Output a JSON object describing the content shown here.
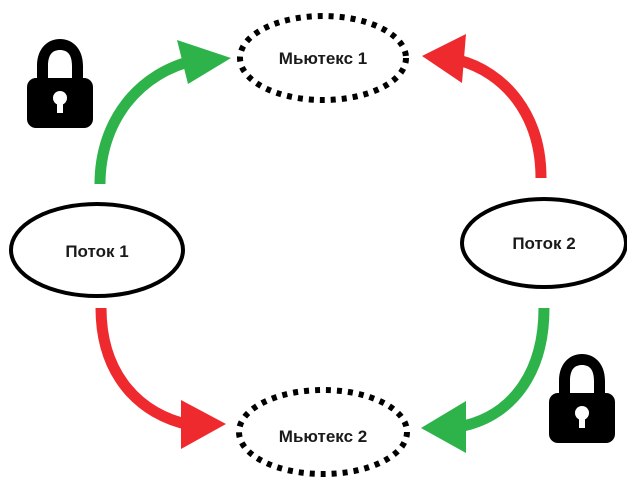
{
  "nodes": {
    "mutex_1": {
      "label": "Мьютекс 1"
    },
    "mutex_2": {
      "label": "Мьютекс 2"
    },
    "thread_1": {
      "label": "Поток 1"
    },
    "thread_2": {
      "label": "Поток 2"
    }
  },
  "colors": {
    "holds_lock": "#2db34a",
    "waits_for_lock": "#ee2a2f",
    "outline": "#000000",
    "lock_icon": "#000000"
  },
  "icons": {
    "thread_1_lock": "padlock-icon",
    "thread_2_lock": "padlock-icon"
  }
}
